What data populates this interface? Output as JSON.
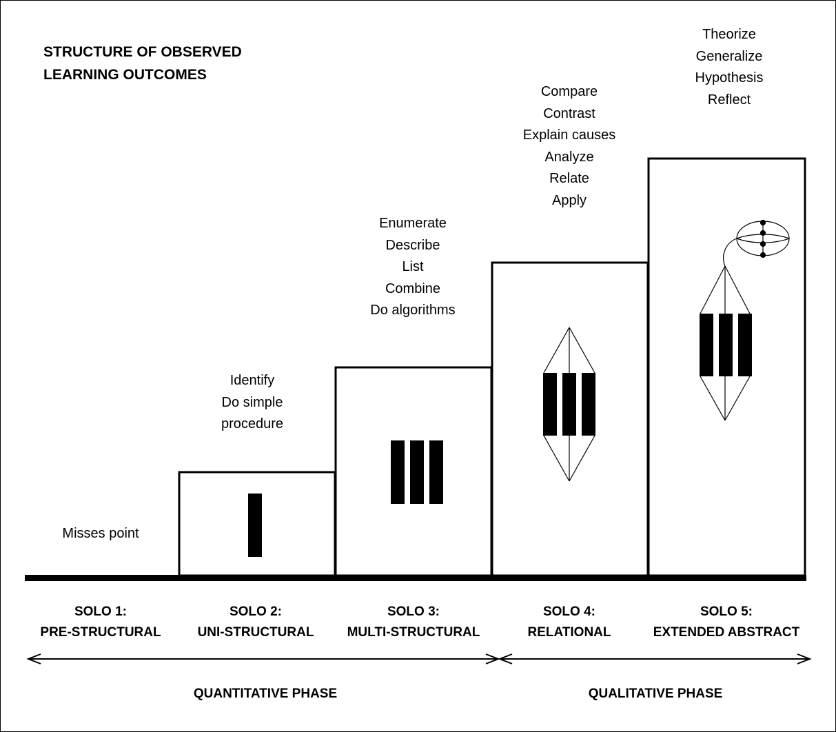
{
  "title": {
    "line1": "STRUCTURE OF OBSERVED",
    "line2": "LEARNING OUTCOMES"
  },
  "levels": [
    {
      "number": "SOLO 1:",
      "name": "PRE-STRUCTURAL",
      "verbs": [
        "Misses point"
      ]
    },
    {
      "number": "SOLO 2:",
      "name": "UNI-STRUCTURAL",
      "verbs": [
        "Identify",
        "Do simple",
        "procedure"
      ]
    },
    {
      "number": "SOLO 3:",
      "name": "MULTI-STRUCTURAL",
      "verbs": [
        "Enumerate",
        "Describe",
        "List",
        "Combine",
        "Do algorithms"
      ]
    },
    {
      "number": "SOLO 4:",
      "name": "RELATIONAL",
      "verbs": [
        "Compare",
        "Contrast",
        "Explain causes",
        "Analyze",
        "Relate",
        "Apply"
      ]
    },
    {
      "number": "SOLO 5:",
      "name": "EXTENDED ABSTRACT",
      "verbs": [
        "Theorize",
        "Generalize",
        "Hypothesis",
        "Reflect"
      ]
    }
  ],
  "phases": {
    "quantitative": "QUANTITATIVE PHASE",
    "qualitative": "QUALITATIVE PHASE"
  },
  "colors": {
    "ink": "#000000",
    "background": "#ffffff"
  }
}
